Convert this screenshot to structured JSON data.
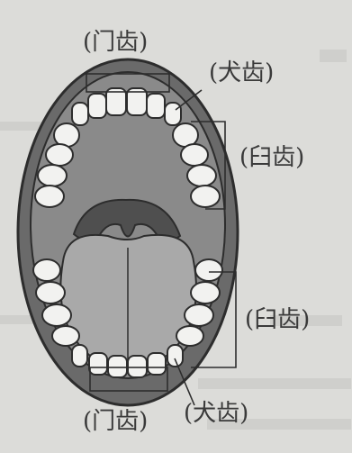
{
  "labels": {
    "incisor_top": "(门齿)",
    "canine_top": "(犬齿)",
    "molar_top": "(臼齿)",
    "molar_bottom": "(臼齿)",
    "incisor_bottom": "(门齿)",
    "canine_bottom": "(犬齿)"
  },
  "colors": {
    "paper": "#dcdcd9",
    "palate": "#8a8a8a",
    "tongue": "#a9a9a9",
    "tooth": "#f2f2f0",
    "outline": "#2d2d2d",
    "label_text": "#3a3a3a"
  }
}
